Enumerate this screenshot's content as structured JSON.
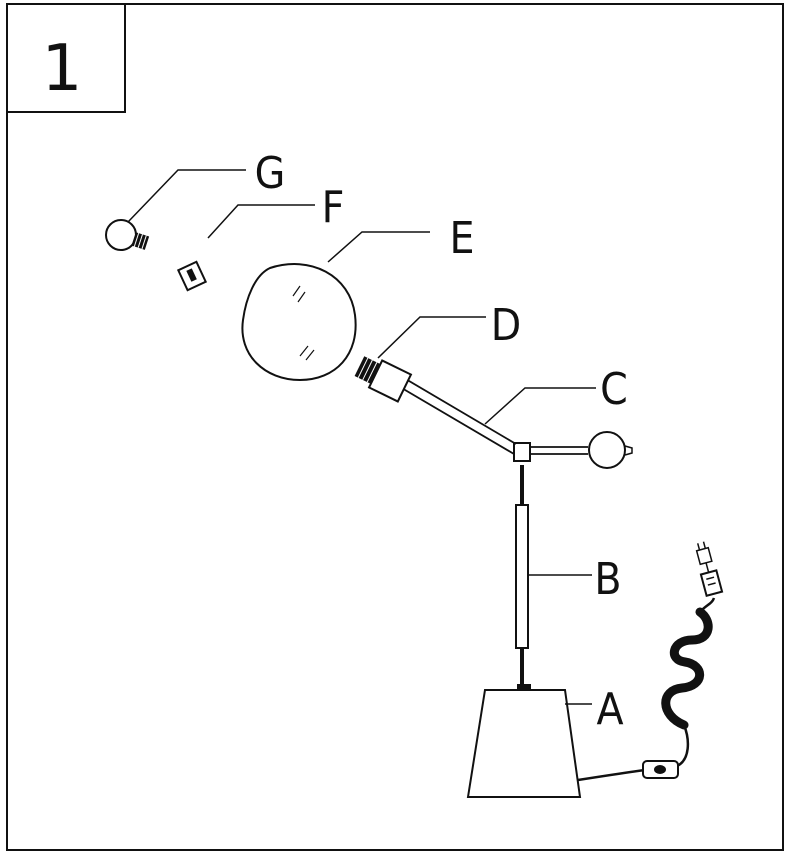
{
  "step_number": "1",
  "parts": [
    {
      "id": "A",
      "label": "A"
    },
    {
      "id": "B",
      "label": "B"
    },
    {
      "id": "C",
      "label": "C"
    },
    {
      "id": "D",
      "label": "D"
    },
    {
      "id": "E",
      "label": "E"
    },
    {
      "id": "F",
      "label": "F"
    },
    {
      "id": "G",
      "label": "G"
    }
  ],
  "colors": {
    "line": "#111111",
    "background": "#ffffff"
  }
}
